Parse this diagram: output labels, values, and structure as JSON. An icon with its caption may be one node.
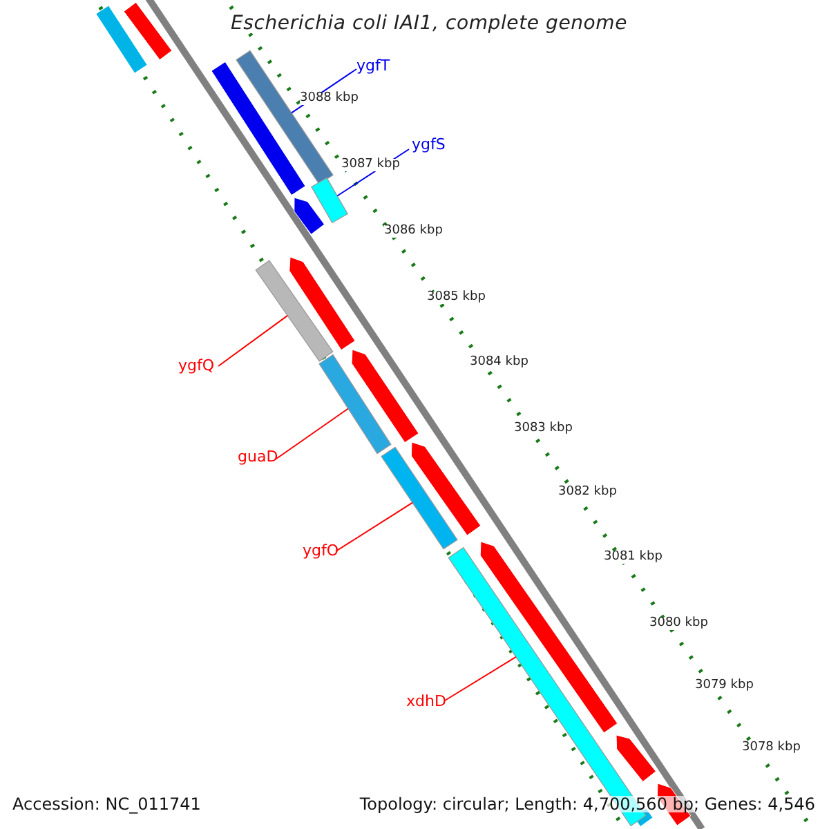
{
  "diagram": {
    "title": "Escherichia coli IAI1, complete genome",
    "nodes": [
      {
        "text": [
          "ygfT"
        ]
      },
      {
        "text": [],
        "shape": "bar"
      },
      {
        "text": [
          "ygfS"
        ]
      },
      {
        "text": [],
        "shape": "bar"
      },
      {
        "text": [
          "ygfQ"
        ]
      },
      {
        "text": [],
        "shape": "bar"
      },
      {
        "text": [
          "guaD"
        ]
      },
      {
        "text": [],
        "shape": "bar"
      },
      {
        "text": [
          "ygfO"
        ]
      },
      {
        "text": [],
        "shape": "bar"
      },
      {
        "text": [
          "xdhD"
        ]
      },
      {
        "text": [],
        "shape": "bar"
      }
    ],
    "edges": [
      {
        "from": 0,
        "to": 1,
        "arrow": "none",
        "color": "#0000ee"
      },
      {
        "from": 2,
        "to": 3,
        "arrow": "none",
        "color": "#0000ee"
      },
      {
        "from": 4,
        "to": 5,
        "arrow": "none"
      },
      {
        "from": 6,
        "to": 7,
        "arrow": "none"
      },
      {
        "from": 8,
        "to": 9,
        "arrow": "none"
      },
      {
        "from": 10,
        "to": 11,
        "arrow": "none"
      }
    ],
    "labels": [
      "3088 kbp",
      "3087 kbp",
      "3086 kbp",
      "3085 kbp",
      "3084 kbp",
      "3083 kbp",
      "3082 kbp",
      "3081 kbp",
      "3080 kbp",
      "3079 kbp",
      "3078 kbp",
      "Accession: NC_011741",
      "Topology: circular; Length: 4,700,560 bp; Genes: 4,546"
    ]
  }
}
